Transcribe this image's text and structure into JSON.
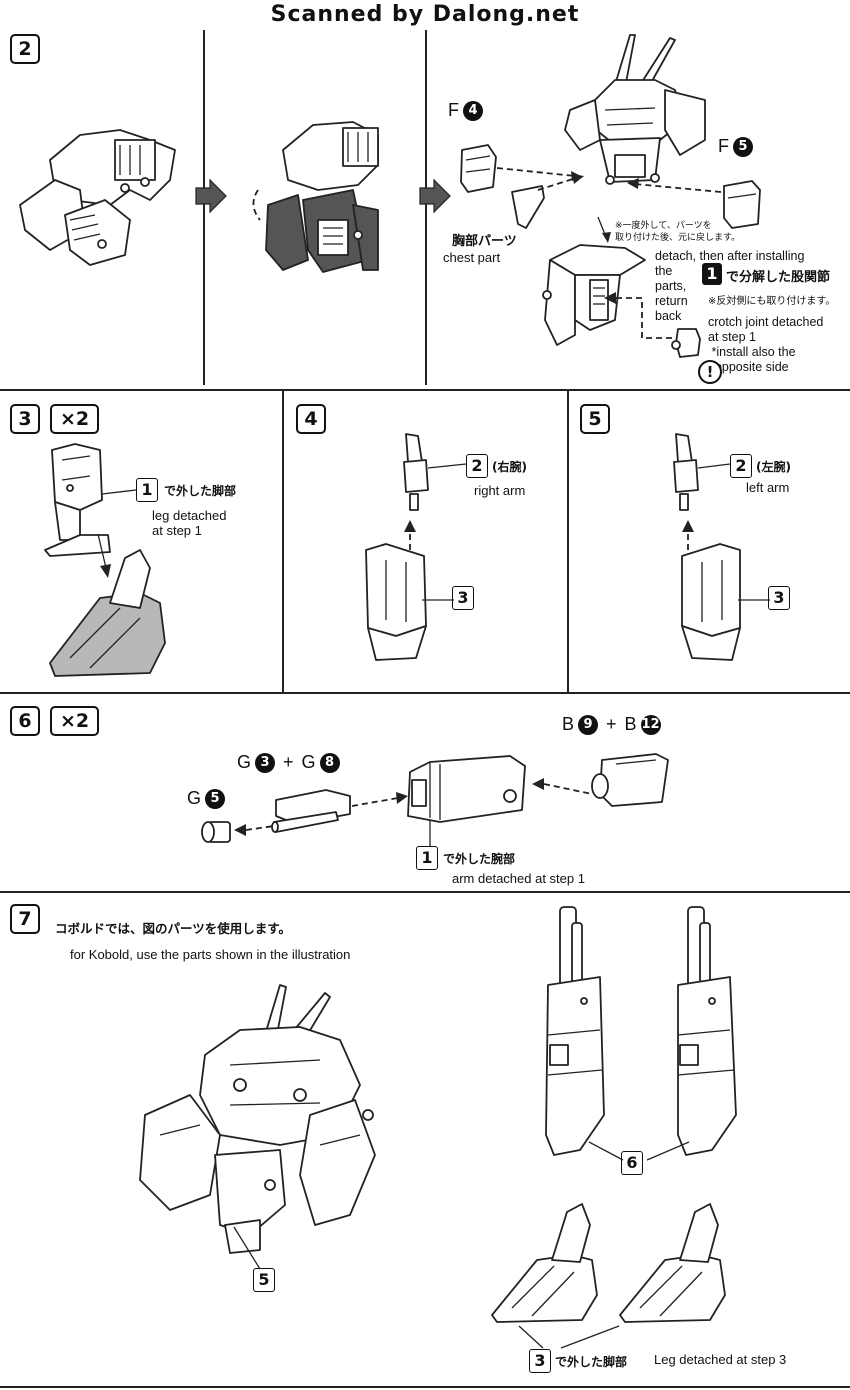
{
  "header": {
    "title": "Scanned by Dalong.net"
  },
  "step2": {
    "num": "2",
    "partF4": {
      "letter": "F",
      "num": "4"
    },
    "partF5": {
      "letter": "F",
      "num": "5"
    },
    "chest_jp": "胸部パーツ",
    "chest_en": "chest part",
    "note_jp": "※一度外して、パーツを\n取り付けた後、元に戻します。",
    "note_en": "detach, then after installing\nthe\nparts,\nreturn\nback",
    "crotch_ref": "1",
    "crotch_jp": "で分解した股関節",
    "opposite_jp": "※反対側にも取り付けます。",
    "crotch_en": "crotch joint detached\nat step 1\n *install also the\n  opposite side",
    "exclaim": "!"
  },
  "step3": {
    "num": "3",
    "multiplier": "×2",
    "ref": "1",
    "ref_jp": "で外した脚部",
    "ref_en": "leg detached\nat step 1"
  },
  "step4": {
    "num": "4",
    "ref_arm": "2",
    "arm_jp": "(右腕)",
    "arm_en": "right arm",
    "ref_body": "3"
  },
  "step5": {
    "num": "5",
    "ref_arm": "2",
    "arm_jp": "(左腕)",
    "arm_en": "left arm",
    "ref_body": "3"
  },
  "step6": {
    "num": "6",
    "multiplier": "×2",
    "partG3G8": {
      "a_letter": "G",
      "a_num": "3",
      "plus": "+",
      "b_letter": "G",
      "b_num": "8"
    },
    "partG5": {
      "letter": "G",
      "num": "5"
    },
    "partB9B12": {
      "a_letter": "B",
      "a_num": "9",
      "plus": "+",
      "b_letter": "B",
      "b_num": "12"
    },
    "ref": "1",
    "ref_jp": "で外した腕部",
    "ref_en": "arm detached at step 1"
  },
  "step7": {
    "num": "7",
    "instr_jp": "コボルドでは、図のパーツを使用します。",
    "instr_en": "for Kobold, use the parts shown in the illustration",
    "ref5": "5",
    "ref6": "6",
    "ref3": "3",
    "ref3_jp": "で外した脚部",
    "ref3_en": "Leg detached at step 3"
  }
}
